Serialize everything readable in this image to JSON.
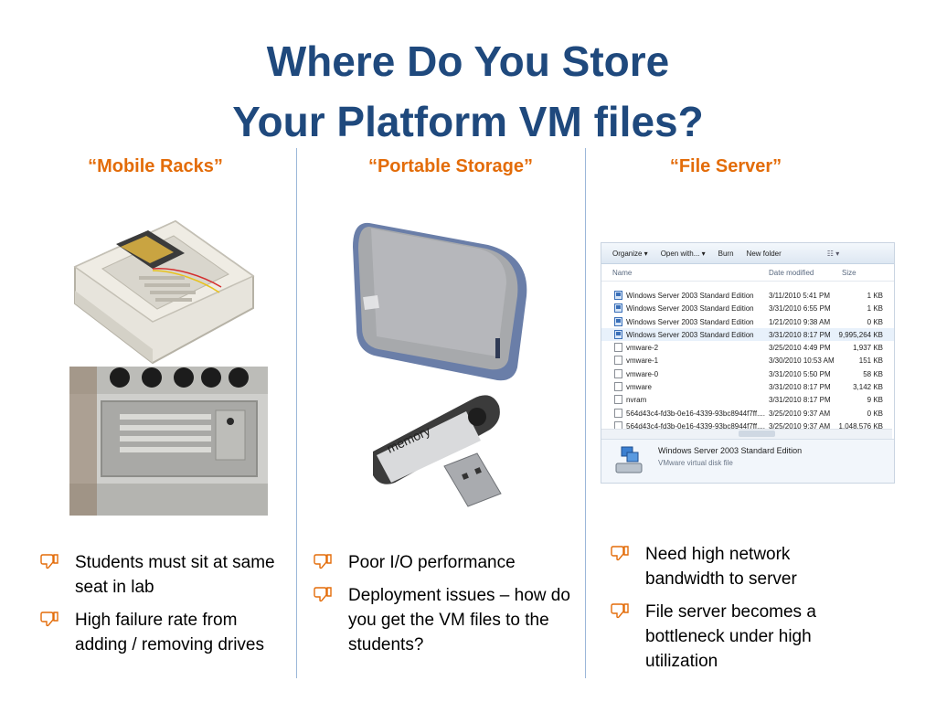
{
  "slide": {
    "title_line1": "Where Do You Store",
    "title_line2": "Your Platform VM files?",
    "accent_color": "#e36c09",
    "title_color": "#1f497d"
  },
  "columns": [
    {
      "heading": "“Mobile Racks”",
      "bullets": [
        "Students must sit at same seat in lab",
        "High failure rate from adding / removing drives"
      ]
    },
    {
      "heading": "“Portable Storage”",
      "bullets": [
        "Poor I/O performance",
        "Deployment issues – how do you get the VM files to the students?"
      ]
    },
    {
      "heading": "“File Server”",
      "bullets": [
        "Need high network bandwidth to server",
        "File server becomes a bottleneck under high utilization"
      ]
    }
  ],
  "bullet_icon": "thumbs-down-icon",
  "explorer": {
    "toolbar": [
      "Organize ▾",
      "Open with... ▾",
      "Burn",
      "New folder"
    ],
    "headers": {
      "name": "Name",
      "date": "Date modified",
      "size": "Size"
    },
    "rows": [
      {
        "name": "Windows Server 2003 Standard Edition",
        "date": "3/11/2010 5:41 PM",
        "size": "1 KB"
      },
      {
        "name": "Windows Server 2003 Standard Edition",
        "date": "3/31/2010 6:55 PM",
        "size": "1 KB"
      },
      {
        "name": "Windows Server 2003 Standard Edition",
        "date": "1/21/2010 9:38 AM",
        "size": "0 KB"
      },
      {
        "name": "Windows Server 2003 Standard Edition",
        "date": "3/31/2010 8:17 PM",
        "size": "9,995,264 KB"
      },
      {
        "name": "vmware-2",
        "date": "3/25/2010 4:49 PM",
        "size": "1,937 KB"
      },
      {
        "name": "vmware-1",
        "date": "3/30/2010 10:53 AM",
        "size": "151 KB"
      },
      {
        "name": "vmware-0",
        "date": "3/31/2010 5:50 PM",
        "size": "58 KB"
      },
      {
        "name": "vmware",
        "date": "3/31/2010 8:17 PM",
        "size": "3,142 KB"
      },
      {
        "name": "nvram",
        "date": "3/31/2010 8:17 PM",
        "size": "9 KB"
      },
      {
        "name": "564d43c4-fd3b-0e16-4339-93bc8944f7ff....",
        "date": "3/25/2010 9:37 AM",
        "size": "0 KB"
      },
      {
        "name": "564d43c4-fd3b-0e16-4339-93bc8944f7ff....",
        "date": "3/25/2010 9:37 AM",
        "size": "1,048,576 KB"
      }
    ],
    "details_title": "Windows Server 2003 Standard Edition",
    "details_subtitle": "VMware virtual disk file"
  },
  "usb_label": "memory"
}
